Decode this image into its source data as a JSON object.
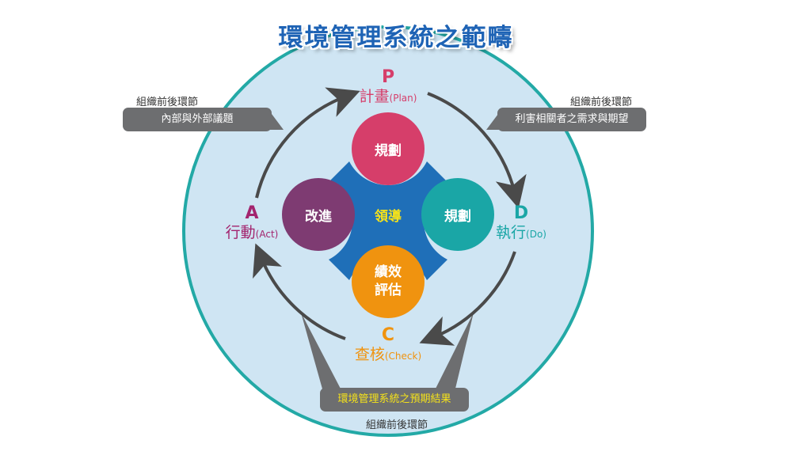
{
  "title": "環境管理系統之範疇",
  "phases": {
    "plan": {
      "letter": "P",
      "name": "計畫",
      "en": "(Plan)",
      "color": "#d63e6a"
    },
    "do": {
      "letter": "D",
      "name": "執行",
      "en": "(Do)",
      "color": "#1aa6a6"
    },
    "check": {
      "letter": "C",
      "name": "查核",
      "en": "(Check)",
      "color": "#f0930f"
    },
    "act": {
      "letter": "A",
      "name": "行動",
      "en": "(Act)",
      "color": "#a3246e"
    }
  },
  "center": {
    "label": "領導",
    "top": "規劃",
    "right": "規劃",
    "left": "改進",
    "bottom_line1": "績效",
    "bottom_line2": "評估"
  },
  "callouts": {
    "top_left": {
      "label": "組織前後環節",
      "box": "內部與外部議題"
    },
    "top_right": {
      "label": "組織前後環節",
      "box": "利害相關者之需求與期望"
    },
    "bottom": {
      "label": "組織前後環節",
      "box": "環境管理系統之預期結果"
    }
  },
  "colors": {
    "outer_fill": "#cfe5f3",
    "outer_stroke": "#23a9a6",
    "cross": "#1f6fb8",
    "arrow": "#4a4a4a",
    "callout": "#6d6e70",
    "callout_bottom_text": "#f5e21a"
  }
}
